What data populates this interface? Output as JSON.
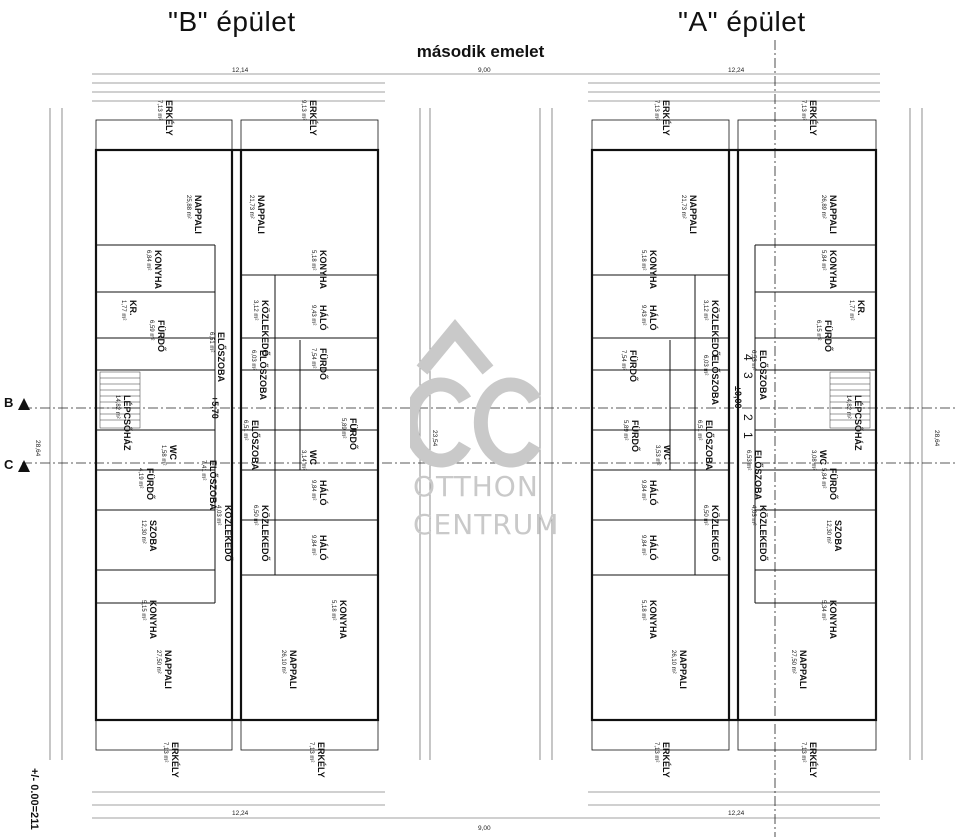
{
  "titles": {
    "building_b": "\"B\" épület",
    "building_a": "\"A\" épület",
    "floor": "második emelet"
  },
  "section_markers": [
    "B",
    "C"
  ],
  "elevation": "+/- 0.00=211",
  "watermark": {
    "line1": "OTTHON",
    "line2": "CENTRUM"
  },
  "dimensions": {
    "top_total_b": "12,14",
    "top_total_a": "12,24",
    "gap": "9,00",
    "bottom_total_b": "12,24",
    "bottom_total_a": "12,24",
    "side_total_left": "28,64",
    "side_total_mid": "23,54",
    "side_total_right": "28,64"
  },
  "rooms_b": [
    {
      "name": "ERKÉLY",
      "area": "7,13 m²"
    },
    {
      "name": "ERKÉLY",
      "area": "9,13 m²"
    },
    {
      "name": "NAPPALI",
      "area": "25,88 m²"
    },
    {
      "name": "NAPPALI",
      "area": "21,73 m²"
    },
    {
      "name": "KONYHA",
      "area": "6,84 m²"
    },
    {
      "name": "KONYHA",
      "area": "5,18 m²"
    },
    {
      "name": "KR.",
      "area": "1,77 m²"
    },
    {
      "name": "FÜRDŐ",
      "area": "6,59 m²"
    },
    {
      "name": "ELŐSZOBA",
      "area": "6,51 m²"
    },
    {
      "name": "KÖZLEKEDŐ",
      "area": "3,12 m²"
    },
    {
      "name": "HÁLÓ",
      "area": "9,43 m²"
    },
    {
      "name": "FÜRDŐ",
      "area": "7,54 m²"
    },
    {
      "name": "ELŐSZOBA",
      "area": "6,03 m²"
    },
    {
      "name": "LÉPCSŐHÁZ",
      "area": "14,82 m²"
    },
    {
      "name": "ELŐSZOBA",
      "area": "6,51 m²"
    },
    {
      "name": "WC",
      "area": "1,58 m²"
    },
    {
      "name": "WC",
      "area": "3,14 m²"
    },
    {
      "name": "FÜRDŐ",
      "area": "5,89 m²"
    },
    {
      "name": "FÜRDŐ",
      "area": "4,19 m²"
    },
    {
      "name": "ELŐSZOBA",
      "area": "7,41 m²"
    },
    {
      "name": "KÖZLEKEDŐ",
      "area": "4,03 m²"
    },
    {
      "name": "KÖZLEKEDŐ",
      "area": "6,50 m²"
    },
    {
      "name": "HÁLÓ",
      "area": "9,84 m²"
    },
    {
      "name": "SZOBA",
      "area": "12,30 m²"
    },
    {
      "name": "HÁLÓ",
      "area": "9,84 m²"
    },
    {
      "name": "KONYHA",
      "area": "5,15 m²"
    },
    {
      "name": "KONYHA",
      "area": "5,18 m²"
    },
    {
      "name": "NAPPALI",
      "area": "27,50 m²"
    },
    {
      "name": "NAPPALI",
      "area": "26,10 m²"
    },
    {
      "name": "ERKÉLY",
      "area": "7,13 m²"
    },
    {
      "name": "ERKÉLY",
      "area": "7,13 m²"
    }
  ],
  "rooms_a": [
    {
      "name": "ERKÉLY",
      "area": "7,13 m²"
    },
    {
      "name": "ERKÉLY",
      "area": "7,13 m²"
    },
    {
      "name": "NAPPALI",
      "area": "21,73 m²"
    },
    {
      "name": "NAPPALI",
      "area": "26,89 m²"
    },
    {
      "name": "KONYHA",
      "area": "5,18 m²"
    },
    {
      "name": "KONYHA",
      "area": "5,84 m²"
    },
    {
      "name": "KR.",
      "area": "1,77 m²"
    },
    {
      "name": "FÜRDŐ",
      "area": "6,15 m²"
    },
    {
      "name": "HÁLÓ",
      "area": "9,43 m²"
    },
    {
      "name": "KÖZLEKEDŐ",
      "area": "3,12 m²"
    },
    {
      "name": "ELŐSZOBA",
      "area": "6,03 m²"
    },
    {
      "name": "ELŐSZOBA",
      "area": "6,53 m²"
    },
    {
      "name": "FÜRDŐ",
      "area": "7,54 m²"
    },
    {
      "name": "LÉPCSŐHÁZ",
      "area": "14,82 m²"
    },
    {
      "name": "FÜRDŐ",
      "area": "5,89 m²"
    },
    {
      "name": "ELŐSZOBA",
      "area": "6,51 m²"
    },
    {
      "name": "WC",
      "area": "3,53 m²"
    },
    {
      "name": "WC",
      "area": "3,08 m²"
    },
    {
      "name": "ELŐSZOBA",
      "area": "6,53 m²"
    },
    {
      "name": "FÜRDŐ",
      "area": "5,84 m²"
    },
    {
      "name": "KÖZLEKEDŐ",
      "area": "6,50 m²"
    },
    {
      "name": "KÖZLEKEDŐ",
      "area": "4,03 m²"
    },
    {
      "name": "HÁLÓ",
      "area": "9,84 m²"
    },
    {
      "name": "SZOBA",
      "area": "12,30 m²"
    },
    {
      "name": "HÁLÓ",
      "area": "9,84 m²"
    },
    {
      "name": "KONYHA",
      "area": "5,18 m²"
    },
    {
      "name": "KONYHA",
      "area": "5,34 m²"
    },
    {
      "name": "NAPPALI",
      "area": "26,10 m²"
    },
    {
      "name": "NAPPALI",
      "area": "27,50 m²"
    },
    {
      "name": "ERKÉLY",
      "area": "7,13 m²"
    },
    {
      "name": "ERKÉLY",
      "area": "7,13 m²"
    }
  ],
  "level_marks": [
    "+5,70",
    "±0,00"
  ],
  "stair_numbers": [
    "1",
    "2",
    "3",
    "4"
  ]
}
